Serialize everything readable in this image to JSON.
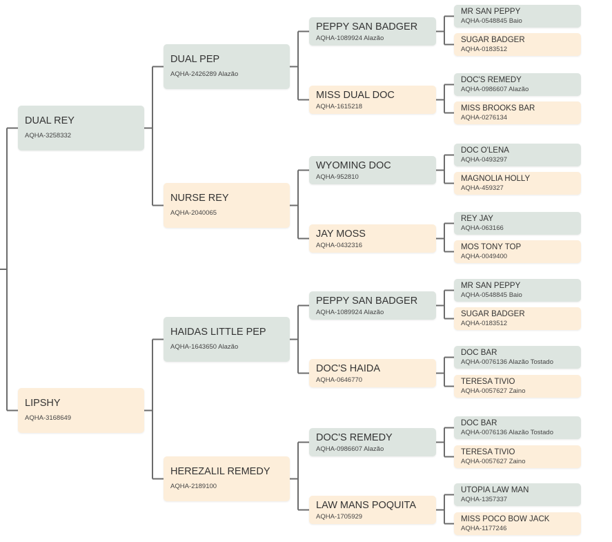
{
  "colors": {
    "male": "#dde5e0",
    "female": "#fdeeda",
    "connector": "#6b6b6b"
  },
  "pedigree": {
    "sire": {
      "name": "DUAL REY",
      "reg": "AQHA-3258332",
      "sire": {
        "name": "DUAL PEP",
        "reg": "AQHA-2426289 Alazão",
        "sire": {
          "name": "PEPPY SAN BADGER",
          "reg": "AQHA-1089924 Alazão",
          "sire": {
            "name": "MR SAN PEPPY",
            "reg": "AQHA-0548845 Baio"
          },
          "dam": {
            "name": "SUGAR BADGER",
            "reg": "AQHA-0183512"
          }
        },
        "dam": {
          "name": "MISS DUAL DOC",
          "reg": "AQHA-1615218",
          "sire": {
            "name": "DOC'S REMEDY",
            "reg": "AQHA-0986607 Alazão"
          },
          "dam": {
            "name": "MISS BROOKS BAR",
            "reg": "AQHA-0276134"
          }
        }
      },
      "dam": {
        "name": "NURSE REY",
        "reg": "AQHA-2040065",
        "sire": {
          "name": "WYOMING DOC",
          "reg": "AQHA-952810",
          "sire": {
            "name": "DOC O'LENA",
            "reg": "AQHA-0493297"
          },
          "dam": {
            "name": "MAGNOLIA HOLLY",
            "reg": "AQHA-459327"
          }
        },
        "dam": {
          "name": "JAY MOSS",
          "reg": "AQHA-0432316",
          "sire": {
            "name": "REY JAY",
            "reg": "AQHA-063166"
          },
          "dam": {
            "name": "MOS TONY TOP",
            "reg": "AQHA-0049400"
          }
        }
      }
    },
    "dam": {
      "name": "LIPSHY",
      "reg": "AQHA-3168649",
      "sire": {
        "name": "HAIDAS LITTLE PEP",
        "reg": "AQHA-1643650 Alazão",
        "sire": {
          "name": "PEPPY SAN BADGER",
          "reg": "AQHA-1089924 Alazão",
          "sire": {
            "name": "MR SAN PEPPY",
            "reg": "AQHA-0548845 Baio"
          },
          "dam": {
            "name": "SUGAR BADGER",
            "reg": "AQHA-0183512"
          }
        },
        "dam": {
          "name": "DOC'S HAIDA",
          "reg": "AQHA-0646770",
          "sire": {
            "name": "DOC BAR",
            "reg": "AQHA-0076136 Alazão Tostado"
          },
          "dam": {
            "name": "TERESA TIVIO",
            "reg": "AQHA-0057627 Zaino"
          }
        }
      },
      "dam": {
        "name": "HEREZALIL REMEDY",
        "reg": "AQHA-2189100",
        "sire": {
          "name": "DOC'S REMEDY",
          "reg": "AQHA-0986607 Alazão",
          "sire": {
            "name": "DOC BAR",
            "reg": "AQHA-0076136 Alazão Tostado"
          },
          "dam": {
            "name": "TERESA TIVIO",
            "reg": "AQHA-0057627 Zaino"
          }
        },
        "dam": {
          "name": "LAW MANS POQUITA",
          "reg": "AQHA-1705929",
          "sire": {
            "name": "UTOPIA LAW MAN",
            "reg": "AQHA-1357337"
          },
          "dam": {
            "name": "MISS POCO BOW JACK",
            "reg": "AQHA-1177246"
          }
        }
      }
    }
  }
}
